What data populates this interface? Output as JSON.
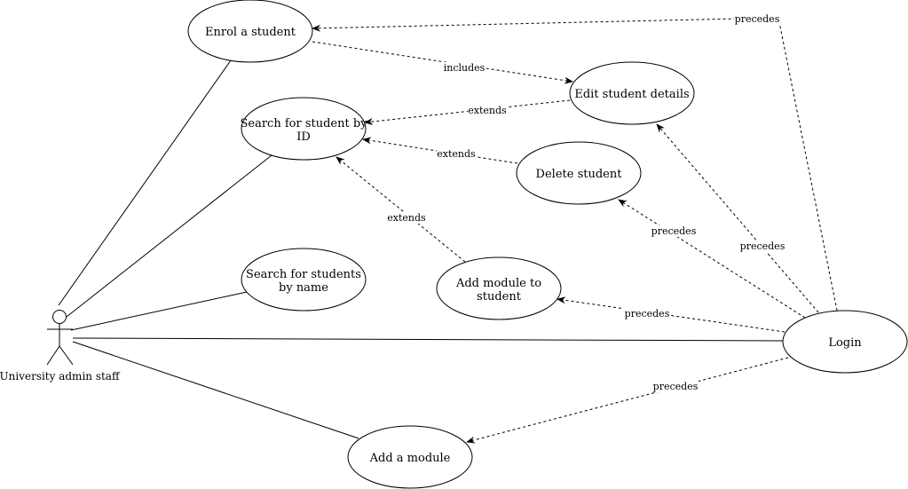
{
  "actor": {
    "name": "University admin staff",
    "icon": "stick-figure-icon"
  },
  "use_cases": {
    "enrol": "Enrol a student",
    "search_id_line1": "Search for student by",
    "search_id_line2": "ID",
    "search_name_line1": "Search for students",
    "search_name_line2": "by name",
    "edit": "Edit student details",
    "delete": "Delete student",
    "add_module_to_student_line1": "Add module to",
    "add_module_to_student_line2": "student",
    "add_module": "Add a module",
    "login": "Login"
  },
  "relations": {
    "includes": "includes",
    "extends": "extends",
    "precedes": "precedes"
  },
  "colors": {
    "stroke": "#000000",
    "fill": "#ffffff"
  }
}
